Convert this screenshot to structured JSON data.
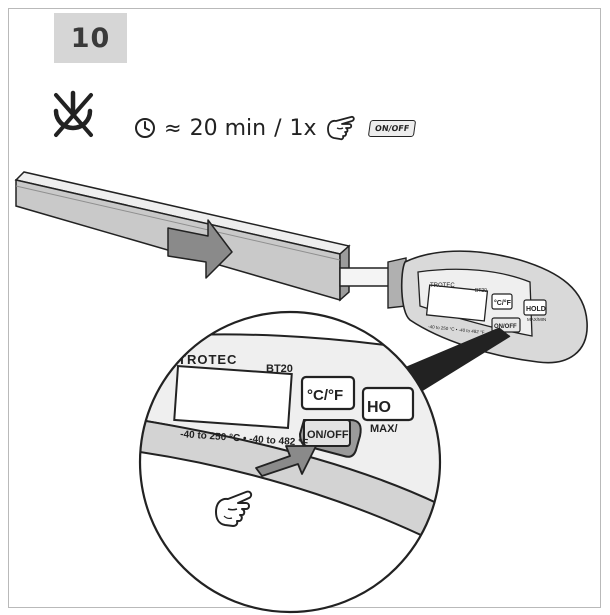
{
  "step": {
    "number": "10"
  },
  "instruction": {
    "approx": "≈",
    "duration": "20 min",
    "separator": "/",
    "press_count": "1x",
    "button_label": "ON/OFF"
  },
  "icons": {
    "power_off": "power-crossed-icon",
    "timer": "clock-icon",
    "press": "pointing-hand-icon",
    "arrow": "push-arrow-icon"
  },
  "device": {
    "brand": "TROTEC",
    "model": "BT20",
    "buttons": {
      "unit": "°C/°F",
      "hold": "HOLD",
      "maxmin": "MAX/MIN",
      "power": "ON/OFF"
    },
    "range_text": "-40 to 250 °C • -40 to 482 °F",
    "zoom_hold": "HO",
    "zoom_maxmin": "MAX/"
  },
  "colors": {
    "line": "#222222",
    "badge": "#d6d6d6",
    "device_gray": "#cfcfcf",
    "arrow_gray": "#8a8a8a"
  }
}
